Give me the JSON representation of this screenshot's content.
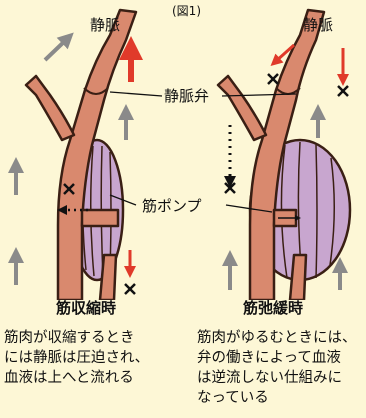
{
  "figure_number": "(図1)",
  "labels": {
    "vein_left": "静脈",
    "vein_right": "静脈",
    "valve": "静脈弁",
    "muscle_pump": "筋ポンプ"
  },
  "panels": {
    "left_title": "筋収縮時",
    "right_title": "筋弛緩時"
  },
  "captions": {
    "left": [
      "筋肉が収縮するとき",
      "には静脈は圧迫され、",
      "血液は上へと流れる"
    ],
    "right": [
      "筋肉がゆるむときには、",
      "弁の働きによって血液",
      "は逆流しない仕組みに",
      "なっている"
    ]
  },
  "colors": {
    "background": "#fdf7d6",
    "vein": "#d9896e",
    "vein_outline": "#3a1f14",
    "muscle": "#c8a6cf",
    "arrow_red": "#e03a2a",
    "arrow_gray": "#8a8a8a"
  }
}
